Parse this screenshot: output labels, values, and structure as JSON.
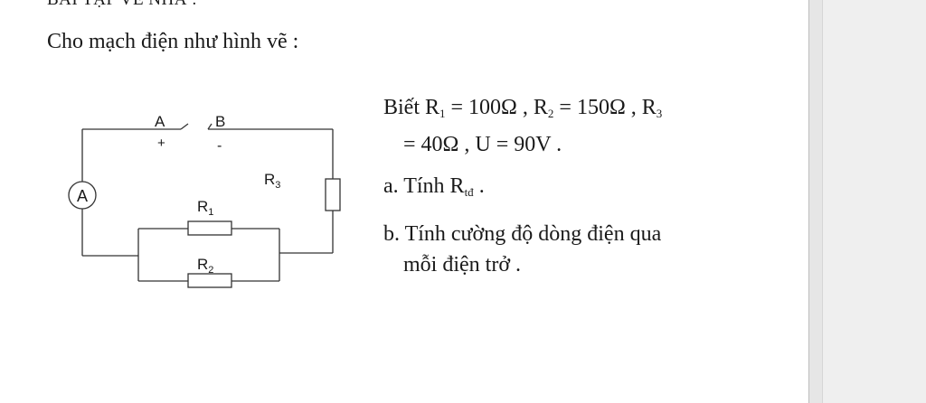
{
  "header": {
    "cutoff_title": "BÀI TẬP VỀ NHÀ :"
  },
  "intro": "Cho mạch điện như hình vẽ :",
  "circuit": {
    "ammeter": "A",
    "terminal_a": "A",
    "terminal_b": "B",
    "plus": "+",
    "minus": "-",
    "r1": "R",
    "r1_sub": "1",
    "r2": "R",
    "r2_sub": "2",
    "r3": "R",
    "r3_sub": "3"
  },
  "given": {
    "line1": {
      "prefix": "Biết R",
      "r1_sub": "1",
      "r1_value": " = 100Ω , R",
      "r2_sub": "2",
      "r2_value": " = 150Ω  , R",
      "r3_sub": "3"
    },
    "line2": "= 40Ω , U = 90V ."
  },
  "questions": {
    "a": {
      "text": "a. Tính R",
      "sub": "tđ",
      "end": " ."
    },
    "b": {
      "line1": "b. Tính cường độ dòng điện qua",
      "line2": "mỗi điện trở ."
    }
  }
}
